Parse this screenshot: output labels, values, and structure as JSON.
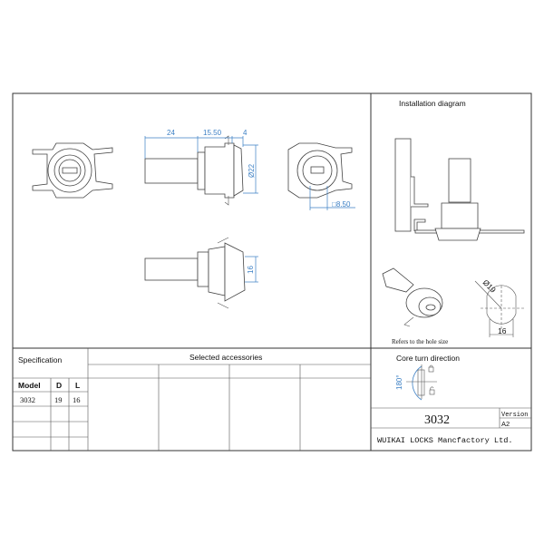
{
  "installation": {
    "title": "Installation diagram"
  },
  "dimensions": {
    "length_shaft": "24",
    "length_body": "15.50",
    "flange": "4",
    "diameter": "Ø22",
    "square": "□8.50",
    "height": "16"
  },
  "hole": {
    "diameter": "Ø19",
    "width": "16",
    "note": "Refers to the hole size"
  },
  "specification": {
    "title": "Specification",
    "headers": [
      "Model",
      "D",
      "L"
    ],
    "rows": [
      [
        "3032",
        "19",
        "16"
      ]
    ]
  },
  "accessories": {
    "title": "Selected accessories"
  },
  "core_turn": {
    "title": "Core turn direction",
    "angle": "180°"
  },
  "title_block": {
    "model": "3032",
    "version_label": "Version",
    "version": "A2",
    "company": "WUIKAI LOCKS Mancfactory Ltd."
  },
  "colors": {
    "dimension": "#3b7fc4",
    "line": "#333333"
  }
}
